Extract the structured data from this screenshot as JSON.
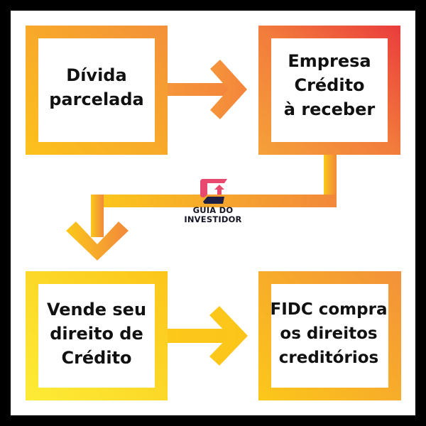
{
  "steps": [
    {
      "id": "divida",
      "lines": [
        "Dívida",
        "parcelada"
      ]
    },
    {
      "id": "empresa",
      "lines": [
        "Empresa",
        "Crédito",
        "à receber"
      ]
    },
    {
      "id": "vende",
      "lines": [
        "Vende seu",
        "direito de",
        "Crédito"
      ]
    },
    {
      "id": "fidc",
      "lines": [
        "FIDC compra",
        "os direitos",
        "creditórios"
      ]
    }
  ],
  "logo": {
    "icon": "guia-do-investidor-g-arrow-icon",
    "line1": "GUIA DO",
    "line2": "INVESTIDOR"
  },
  "colors": {
    "frame": "#000000",
    "background": "#ffffff",
    "yellow": "#fcd01a",
    "orange": "#f39239",
    "red": "#ea3e3e",
    "logo_pink": "#e84a6f",
    "logo_navy": "#1e1f45",
    "text": "#111111"
  },
  "arrows": [
    {
      "from": "divida",
      "to": "empresa",
      "direction": "right"
    },
    {
      "from": "empresa",
      "to": "vende",
      "direction": "down"
    },
    {
      "from": "vende",
      "to": "fidc",
      "direction": "right"
    }
  ]
}
